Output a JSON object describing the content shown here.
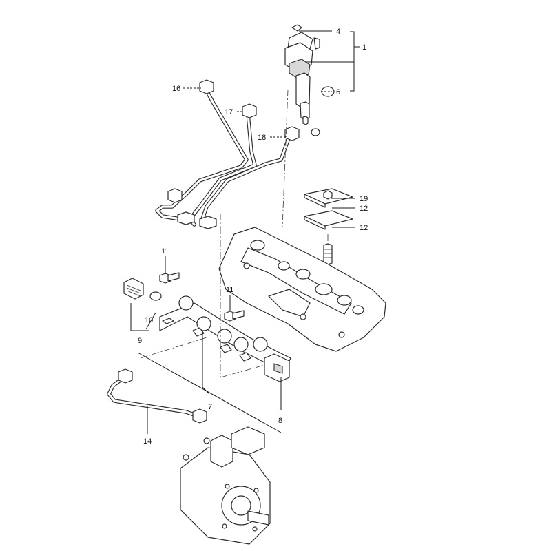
{
  "callouts": [
    {
      "id": "c1",
      "label": "1"
    },
    {
      "id": "c4",
      "label": "4"
    },
    {
      "id": "c6",
      "label": "6"
    },
    {
      "id": "c16",
      "label": "16"
    },
    {
      "id": "c17",
      "label": "17"
    },
    {
      "id": "c18",
      "label": "18"
    },
    {
      "id": "c19",
      "label": "19"
    },
    {
      "id": "c12a",
      "label": "12"
    },
    {
      "id": "c12b",
      "label": "12"
    },
    {
      "id": "c11a",
      "label": "11"
    },
    {
      "id": "c11b",
      "label": "11"
    },
    {
      "id": "c10",
      "label": "10"
    },
    {
      "id": "c9",
      "label": "9"
    },
    {
      "id": "c7",
      "label": "7"
    },
    {
      "id": "c8",
      "label": "8"
    },
    {
      "id": "c14",
      "label": "14"
    }
  ]
}
